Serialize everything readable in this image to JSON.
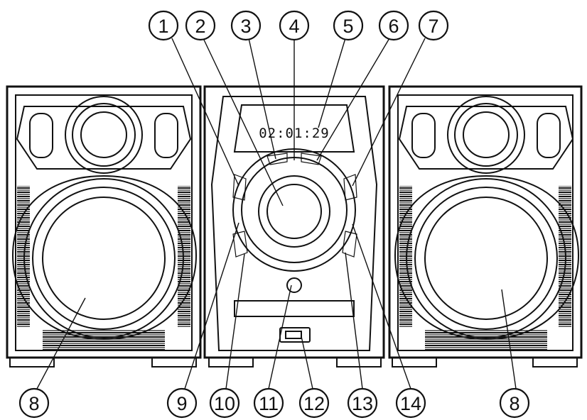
{
  "display": {
    "time": "02:01:29"
  },
  "callouts": {
    "top": [
      "1",
      "2",
      "3",
      "4",
      "5",
      "6",
      "7"
    ],
    "bottom": [
      "8",
      "9",
      "10",
      "11",
      "12",
      "13",
      "14",
      "8"
    ]
  }
}
